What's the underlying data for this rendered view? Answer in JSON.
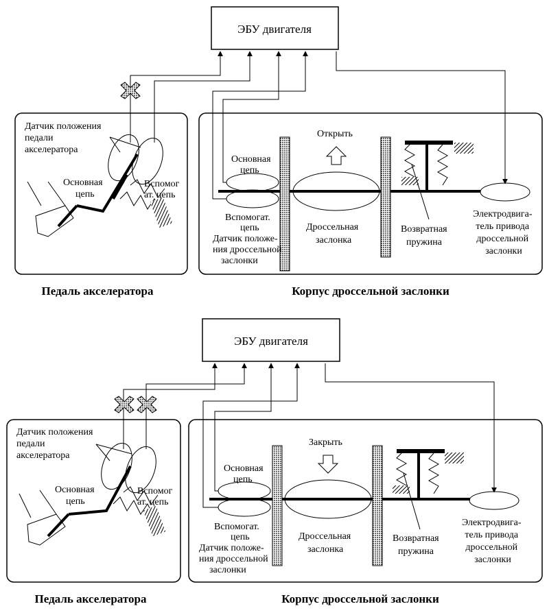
{
  "colors": {
    "line": "#000000",
    "background": "#ffffff"
  },
  "diagrams": [
    {
      "state": "open",
      "ecu_label": "ЭБУ двигателя",
      "arrow_label": "Открыть",
      "arrow_direction": "up",
      "pedal_sensor_label": [
        "Датчик положения",
        "педали",
        "акселератора"
      ],
      "pedal_main_circuit": [
        "Основная",
        "цепь"
      ],
      "pedal_aux_circuit": [
        "Вспомог",
        "ат. цепь"
      ],
      "throttle_main_circuit": [
        "Основная",
        "цепь"
      ],
      "throttle_aux_circuit": [
        "Вспомогат.",
        "цепь"
      ],
      "throttle_sensor_label": [
        "Датчик положе-",
        "ния дроссельной",
        "заслонки"
      ],
      "valve_label": [
        "Дроссельная",
        "заслонка"
      ],
      "spring_label": [
        "Возвратная",
        "пружина"
      ],
      "motor_label": [
        "Электродвига-",
        "тель привода",
        "дроссельной",
        "заслонки"
      ],
      "caption_left": "Педаль акселератора",
      "caption_right": "Корпус дроссельной заслонки"
    },
    {
      "state": "close",
      "ecu_label": "ЭБУ двигателя",
      "arrow_label": "Закрыть",
      "arrow_direction": "down",
      "pedal_sensor_label": [
        "Датчик положения",
        "педали",
        "акселератора"
      ],
      "pedal_main_circuit": [
        "Основная",
        "цепь"
      ],
      "pedal_aux_circuit": [
        "Вспомог",
        "ат. цепь"
      ],
      "throttle_main_circuit": [
        "Основная",
        "цепь"
      ],
      "throttle_aux_circuit": [
        "Вспомогат.",
        "цепь"
      ],
      "throttle_sensor_label": [
        "Датчик положе-",
        "ния дроссельной",
        "заслонки"
      ],
      "valve_label": [
        "Дроссельная",
        "заслонка"
      ],
      "spring_label": [
        "Возвратная",
        "пружина"
      ],
      "motor_label": [
        "Электродвига-",
        "тель привода",
        "дроссельной",
        "заслонки"
      ],
      "caption_left": "Педаль акселератора",
      "caption_right": "Корпус дроссельной заслонки"
    }
  ]
}
